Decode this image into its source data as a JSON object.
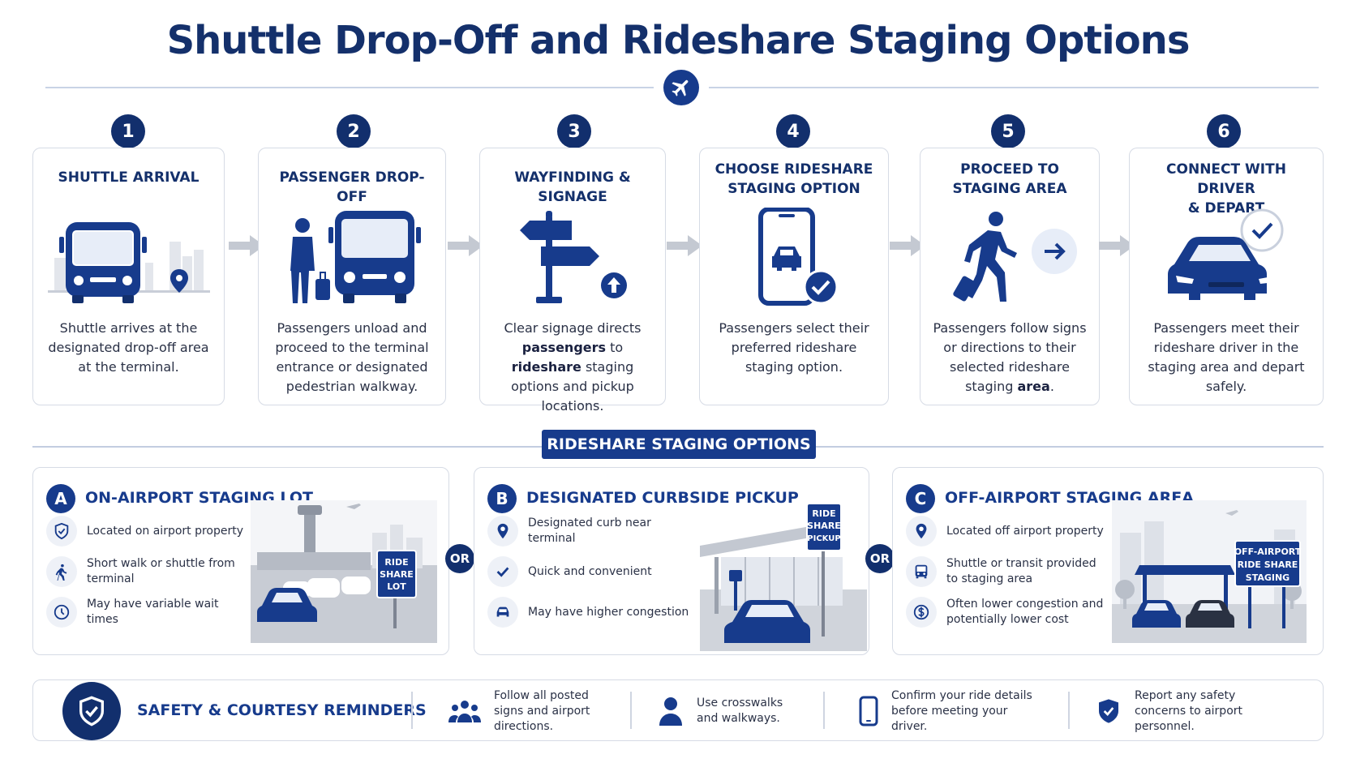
{
  "title": "Shuttle Drop-Off and Rideshare Staging Options",
  "colors": {
    "primary": "#173b8c",
    "dark": "#122f6d",
    "card_border": "#d6dbe5",
    "arrow": "#c4c9d2"
  },
  "icons": {
    "header": "airplane-icon"
  },
  "steps": [
    {
      "number": "1",
      "title": "SHUTTLE ARRIVAL",
      "icon": "shuttle-bus-icon",
      "desc_plain": "Shuttle arrives at the designated drop-off area at the terminal."
    },
    {
      "number": "2",
      "title": "PASSENGER DROP-OFF",
      "icon": "passenger-with-luggage-icon",
      "desc_plain": "Passengers unload and proceed to the terminal entrance or designated pedestrian walkway."
    },
    {
      "number": "3",
      "title": "WAYFINDING & SIGNAGE",
      "icon": "signpost-icon",
      "desc_a": "Clear signage directs ",
      "desc_b1": "passengers",
      "desc_c": " to ",
      "desc_b2": "rideshare",
      "desc_d": " staging options and pickup locations."
    },
    {
      "number": "4",
      "title": "CHOOSE RIDESHARE\nSTAGING OPTION",
      "icon": "phone-car-icon",
      "desc_plain": "Passengers select their preferred rideshare staging option."
    },
    {
      "number": "5",
      "title": "PROCEED TO\nSTAGING AREA",
      "icon": "walking-traveler-icon",
      "desc_a": "Passengers follow signs or directions to their selected rideshare staging ",
      "desc_b1": "area",
      "desc_c": "."
    },
    {
      "number": "6",
      "title": "CONNECT WITH DRIVER\n& DEPART",
      "icon": "car-check-icon",
      "desc_plain": "Passengers meet their rideshare driver in the staging area and depart safely."
    }
  ],
  "section_title": "RIDESHARE STAGING OPTIONS",
  "or_label": "OR",
  "options": [
    {
      "letter": "A",
      "title": "ON-AIRPORT STAGING LOT",
      "items": [
        {
          "icon": "shield-icon",
          "text": "Located on airport property"
        },
        {
          "icon": "walking-person-icon",
          "text": "Short walk or shuttle from terminal"
        },
        {
          "icon": "clock-icon",
          "text": "May have variable wait times"
        }
      ],
      "sign": [
        "RIDE",
        "SHARE",
        "LOT"
      ]
    },
    {
      "letter": "B",
      "title": "DESIGNATED CURBSIDE PICKUP",
      "items": [
        {
          "icon": "location-pin-icon",
          "text": "Designated curb near terminal"
        },
        {
          "icon": "checkmark-icon",
          "text": "Quick and convenient"
        },
        {
          "icon": "car-icon",
          "text": "May have higher congestion"
        }
      ],
      "sign": [
        "RIDE",
        "SHARE",
        "PICKUP"
      ]
    },
    {
      "letter": "C",
      "title": "OFF-AIRPORT STAGING AREA",
      "items": [
        {
          "icon": "location-pin-icon",
          "text": "Located off airport property"
        },
        {
          "icon": "bus-icon",
          "text": "Shuttle or transit provided to staging area"
        },
        {
          "icon": "dollar-icon",
          "text": "Often lower congestion and potentially lower cost"
        }
      ],
      "sign": [
        "OFF-AIRPORT",
        "RIDE SHARE",
        "STAGING"
      ]
    }
  ],
  "safety": {
    "title": "SAFETY & COURTESY REMINDERS",
    "items": [
      {
        "icon": "group-icon",
        "text": "Follow all posted signs and airport directions."
      },
      {
        "icon": "person-icon",
        "text": "Use crosswalks and walkways."
      },
      {
        "icon": "phone-icon",
        "text": "Confirm your ride details before meeting your driver."
      },
      {
        "icon": "shield-check-icon",
        "text": "Report any safety concerns to airport personnel."
      }
    ]
  }
}
